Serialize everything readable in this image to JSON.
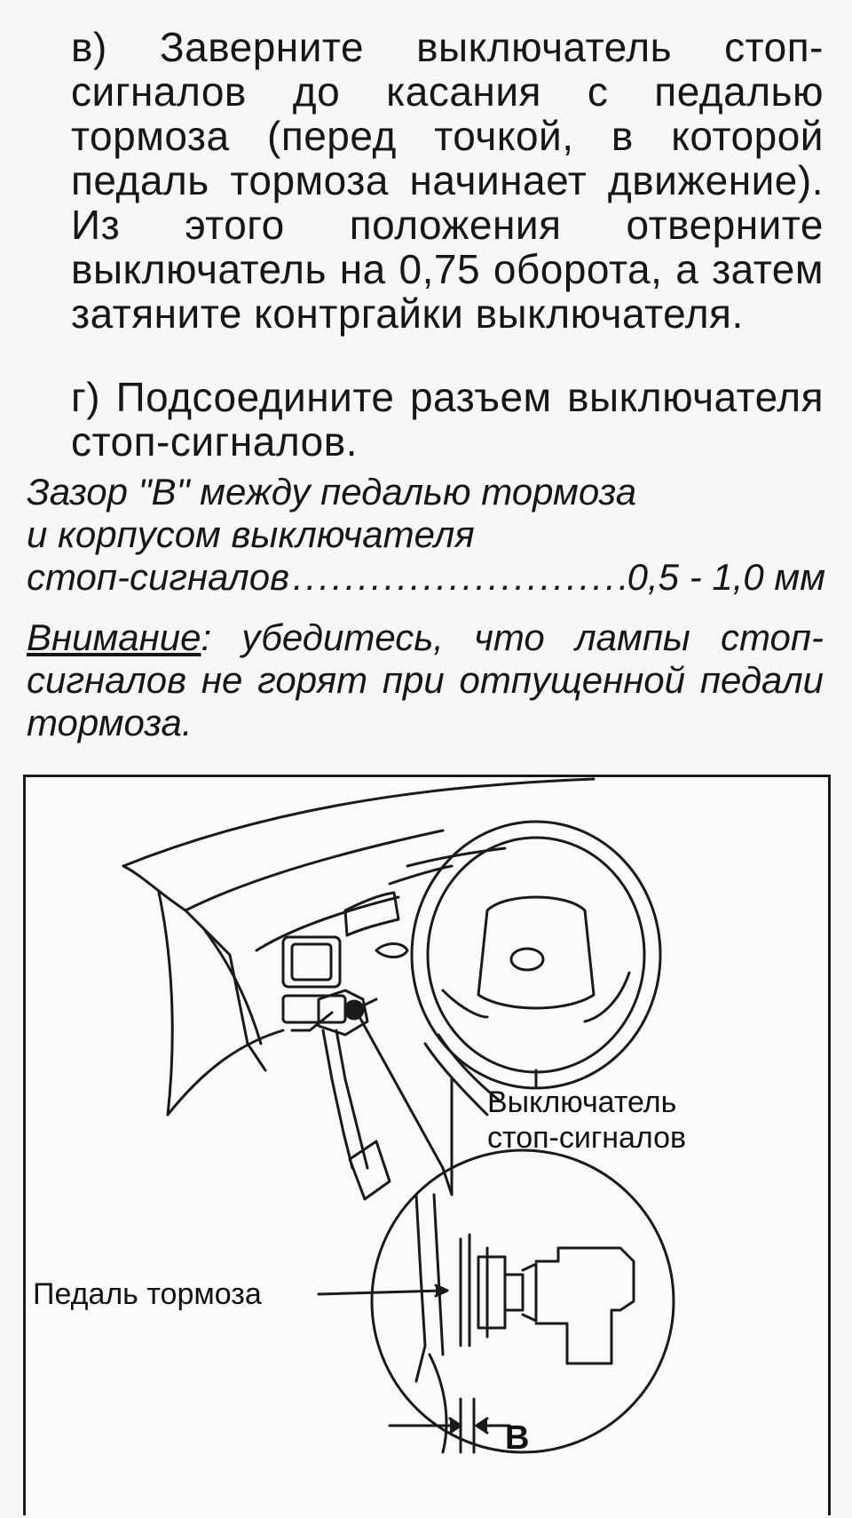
{
  "steps": {
    "c": "в) Заверните выключатель стоп-сигналов до касания с педалью тормоза (перед точкой, в которой педаль тормоза начинает движение). Из этого положения отверните выключатель на 0,75 оборота, а затем затяните контргайки выключателя.",
    "d": "г) Подсоедините разъем выключателя стоп-сигналов."
  },
  "spec": {
    "line1": "Зазор \"В\" между педалью тормоза",
    "line2": "и корпусом выключателя",
    "line3_label": "стоп-сигналов",
    "line3_dots": "...................................",
    "line3_value": "0,5 - 1,0 мм"
  },
  "note": {
    "head": "Внимание",
    "body": ": убедитесь, что лампы стоп-сигналов не горят при отпущенной педали тормоза."
  },
  "figure": {
    "label_switch_1": "Выключатель",
    "label_switch_2": "стоп-сигналов",
    "label_pedal": "Педаль тормоза",
    "label_gap": "В"
  }
}
